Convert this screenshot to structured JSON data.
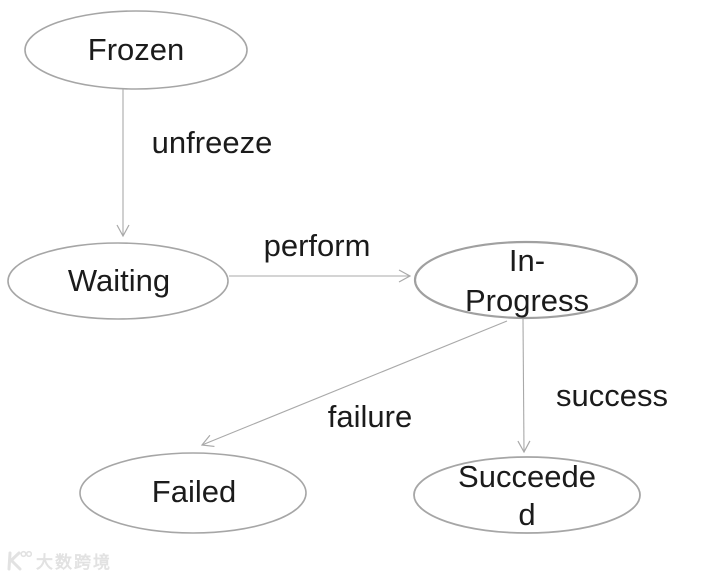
{
  "diagram": {
    "type": "state-transition-diagram",
    "nodes": [
      {
        "id": "frozen",
        "label": "Frozen"
      },
      {
        "id": "waiting",
        "label": "Waiting"
      },
      {
        "id": "in-progress",
        "label": "In-\nProgress"
      },
      {
        "id": "failed",
        "label": "Failed"
      },
      {
        "id": "succeeded",
        "label": "Succeede\nd"
      }
    ],
    "edges": [
      {
        "from": "Frozen",
        "to": "Waiting",
        "label": "unfreeze"
      },
      {
        "from": "Waiting",
        "to": "In-Progress",
        "label": "perform"
      },
      {
        "from": "In-Progress",
        "to": "Failed",
        "label": "failure"
      },
      {
        "from": "In-Progress",
        "to": "Succeeded",
        "label": "success"
      }
    ],
    "colors": {
      "node_border": "#a6a6a6",
      "arrow": "#a9a9a9",
      "text": "#1b1b1b",
      "background": "#ffffff",
      "watermark": "#e2e2e2"
    }
  },
  "watermark": {
    "text": "大数跨境"
  }
}
